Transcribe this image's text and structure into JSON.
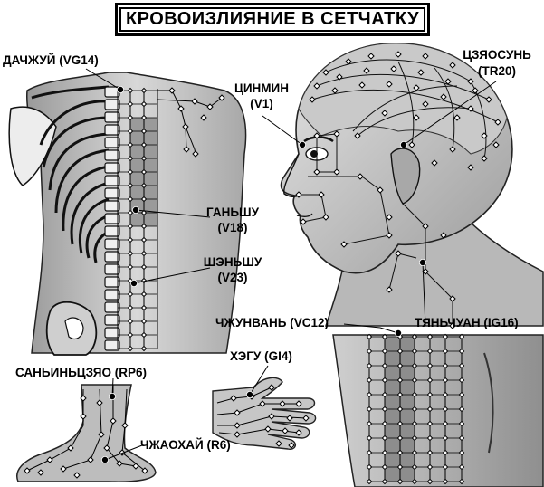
{
  "title": "КРОВОИЗЛИЯНИЕ В СЕТЧАТКУ",
  "labels": {
    "dazhzhui": "ДАЧЖУЙ (VG14)",
    "cinmin_name": "ЦИНМИН",
    "cinmin_code": "(V1)",
    "czyaosun_name": "ЦЗЯОСУНЬ",
    "czyaosun_code": "(TR20)",
    "ganshu_name": "ГАНЬШУ",
    "ganshu_code": "(V18)",
    "shenshu_name": "ШЭНЬШУ",
    "shenshu_code": "(V23)",
    "chzhunvan": "ЧЖУНВАНЬ (VC12)",
    "tyanchuan": "ТЯНЬЧУАН (IG16)",
    "sanyinjiao": "САНЬИНЬЦЗЯО (RP6)",
    "hegu": "ХЭГУ (GI4)",
    "zhaohai": "ЧЖАОХАЙ (R6)"
  },
  "colors": {
    "ink": "#000000",
    "skin_light": "#d6d6d6",
    "skin_mid": "#b3b3b3",
    "skin_dark": "#8a8a8a",
    "grid_shade": "#9a9a9a"
  }
}
